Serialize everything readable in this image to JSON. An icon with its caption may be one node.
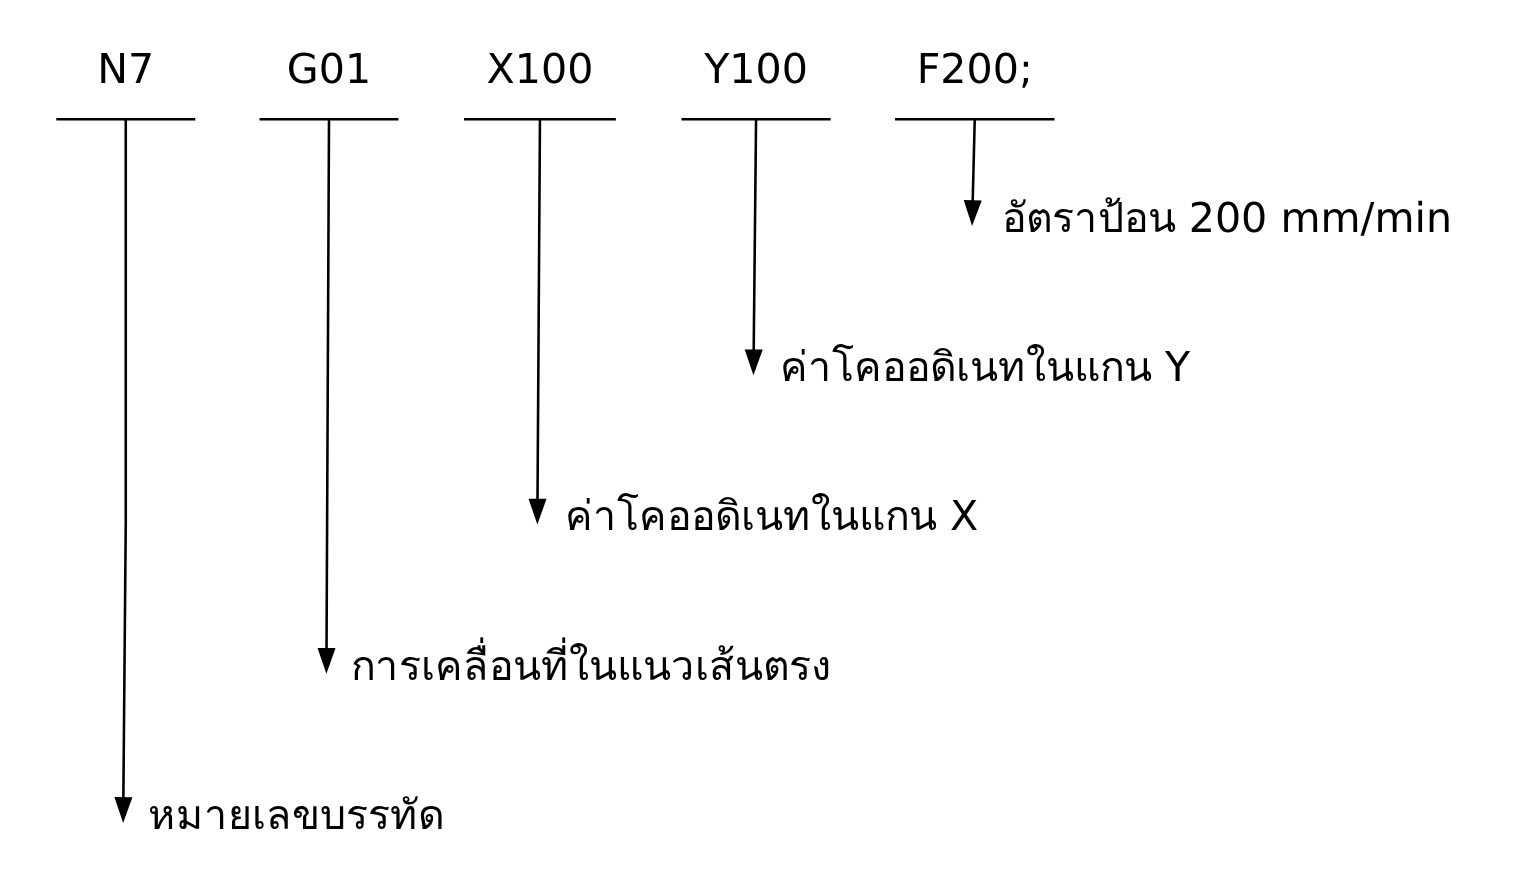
{
  "diagram": {
    "nodes": [
      {
        "text": [
          "N7"
        ]
      },
      {
        "text": [
          "G01"
        ]
      },
      {
        "text": [
          "X100"
        ]
      },
      {
        "text": [
          "Y100"
        ]
      },
      {
        "text": [
          "F200;"
        ]
      },
      {
        "text": [
          "อัตราป้อน 200 mm/min"
        ]
      },
      {
        "text": [
          "ค่าโคออดิเนทในแกน Y"
        ]
      },
      {
        "text": [
          "ค่าโคออดิเนทในแกน X"
        ]
      },
      {
        "text": [
          "การเคลื่อนที่ในแนวเส้นตรง"
        ]
      },
      {
        "text": [
          "หมายเลขบรรทัด"
        ]
      }
    ],
    "edges": [
      {
        "from": 4,
        "to": 5,
        "arrow": "to"
      },
      {
        "from": 3,
        "to": 6,
        "arrow": "to"
      },
      {
        "from": 2,
        "to": 7,
        "arrow": "to"
      },
      {
        "from": 1,
        "to": 8,
        "arrow": "to"
      },
      {
        "from": 0,
        "to": 9,
        "arrow": "to"
      }
    ]
  }
}
